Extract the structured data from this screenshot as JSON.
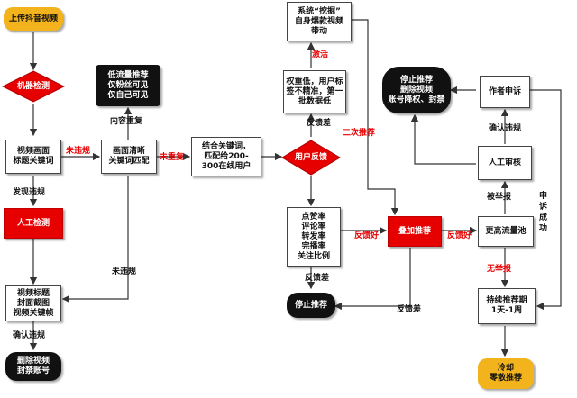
{
  "nodes": {
    "upload": "上传抖音视频",
    "machine_check": "机器检测",
    "video_keywords": "视频画面\n标题关键词",
    "manual_check": "人工检测",
    "video_title_box": "视频标题\n封面截图\n视频关键帧",
    "delete_ban": "删除视频\n封禁账号",
    "low_traffic": "低流量推荐\n仅粉丝可见\n仅自己可见",
    "screen_clear": "画面清晰\n关键词匹配",
    "combine_keywords": "结合关键词，\n匹配给200-\n300在线用户",
    "user_feedback": "用户反馈",
    "weight_low": "权重低，用户标\n签不精准，第一\n批数据低",
    "system_dig": "系统“挖掘”\n自身爆款视频\n带动",
    "metrics": "点赞率\n评论率\n转发率\n完播率\n关注比例",
    "stop_recommend": "停止推荐",
    "stack_recommend": "叠加推荐",
    "higher_pool": "更高流量池",
    "stop_delete": "停止推荐\n删除视频\n账号降权、封禁",
    "author_appeal": "作者申诉",
    "manual_review": "人工审核",
    "continuous": "持续推荐期\n1天-1周",
    "cold": "冷却\n零散推荐"
  },
  "labels": {
    "no_violation_1": "未违规",
    "found_violation": "发现违规",
    "confirm_violation": "确认违规",
    "content_duplicate": "内容重复",
    "not_duplicate": "未重复",
    "no_violation_2": "未违规",
    "feedback_bad_1": "反馈差",
    "activate": "激活",
    "second_recommend": "二次推荐",
    "feedback_good_1": "反馈好",
    "feedback_good_2": "反馈好",
    "feedback_bad_2": "反馈差",
    "feedback_bad_3": "反馈差",
    "confirm_violation_2": "确认违规",
    "reported": "被举报",
    "not_reported": "无举报",
    "appeal_success": "申诉成功"
  },
  "colors": {
    "accent_red": "#e60000",
    "gold": "#f2b31d",
    "dark": "#111111"
  }
}
